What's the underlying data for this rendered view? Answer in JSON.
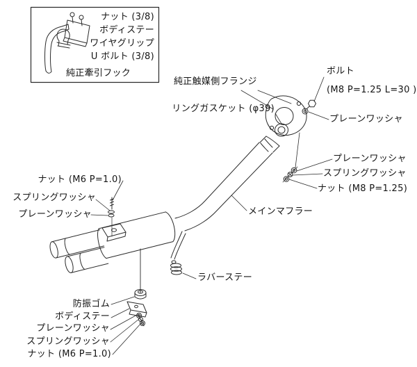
{
  "colors": {
    "line": "#2a2a2a",
    "text": "#151515",
    "background": "#ffffff"
  },
  "legend": {
    "items": [
      "ナット (3/8)",
      "ボディステー",
      "ワイヤグリップ",
      "U ボルト (3/8)"
    ],
    "caption": "純正牽引フック"
  },
  "callouts": {
    "catalyst_flange": "純正触媒側フランジ",
    "ring_gasket": "リングガスケット (φ39)",
    "bolt": "ボルト",
    "bolt_spec": "(M8 P=1.25 L=30 )",
    "plain_washer_flange": "プレーンワッシャ",
    "plain_washer_m8": "プレーンワッシャ",
    "spring_washer_m8": "スプリングワッシャ",
    "nut_m8": "ナット (M8 P=1.25)",
    "main_muffler": "メインマフラー",
    "nut_m6_upper": "ナット (M6 P=1.0)",
    "spring_washer_m6_upper": "スプリングワッシャ",
    "plain_washer_m6_upper": "プレーンワッシャ",
    "rubber_stay": "ラバーステー",
    "vibration_rubber": "防振ゴム",
    "body_stay": "ボディステー",
    "plain_washer_m6_lower": "プレーンワッシャ",
    "spring_washer_m6_lower": "スプリングワッシャ",
    "nut_m6_lower": "ナット (M6 P=1.0)"
  }
}
